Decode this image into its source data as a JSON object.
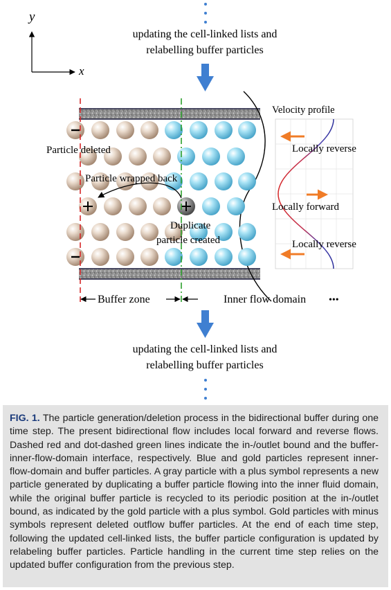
{
  "axes": {
    "y": "y",
    "x": "x"
  },
  "step_text_top": [
    "updating the cell-linked lists and",
    "relabelling buffer particles"
  ],
  "step_text_bottom": [
    "updating the cell-linked lists and",
    "relabelling buffer particles"
  ],
  "labels": {
    "particle_deleted": "Particle deleted",
    "particle_wrapped_back": "Particle wrapped back",
    "duplicate": "Duplicate",
    "particle_created": "particle created",
    "velocity_profile": "Velocity profile",
    "locally_reverse_top": "Locally reverse",
    "locally_forward": "Locally forward",
    "locally_reverse_bottom": "Locally reverse",
    "buffer_zone": "Buffer zone",
    "inner_flow_domain": "Inner flow domain",
    "ellipsis": "•••"
  },
  "symbols": {
    "plus": "+",
    "minus": "−"
  },
  "colors": {
    "buffer_particle": "#d9c3b0",
    "inner_particle": "#8fd3ea",
    "red_bound": "#d62728",
    "green_interface": "#2ca02c",
    "arrow_blue": "#3f7fd1",
    "orange_arrow": "#f07c27"
  },
  "caption": {
    "label": "FIG. 1.",
    "text": " The particle generation/deletion process in the bidirectional buffer during one time step. The present bidirectional flow includes local forward and reverse flows. Dashed red and dot-dashed green lines indicate the in-/outlet bound and the buffer-inner-flow-domain interface, respectively. Blue and gold particles represent inner-flow-domain and buffer particles. A gray particle with a plus symbol represents a new particle generated by duplicating a buffer particle flowing into the inner fluid domain, while the original buffer particle is recycled to its periodic position at the in-/outlet bound, as indicated by the gold particle with a plus symbol. Gold particles with minus symbols represent deleted outflow buffer particles. At the end of each time step, following the updated cell-linked lists, the buffer particle configuration is updated by relabeling buffer particles. Particle handling in the current time step relies on the updated buffer configuration from the previous step."
  }
}
